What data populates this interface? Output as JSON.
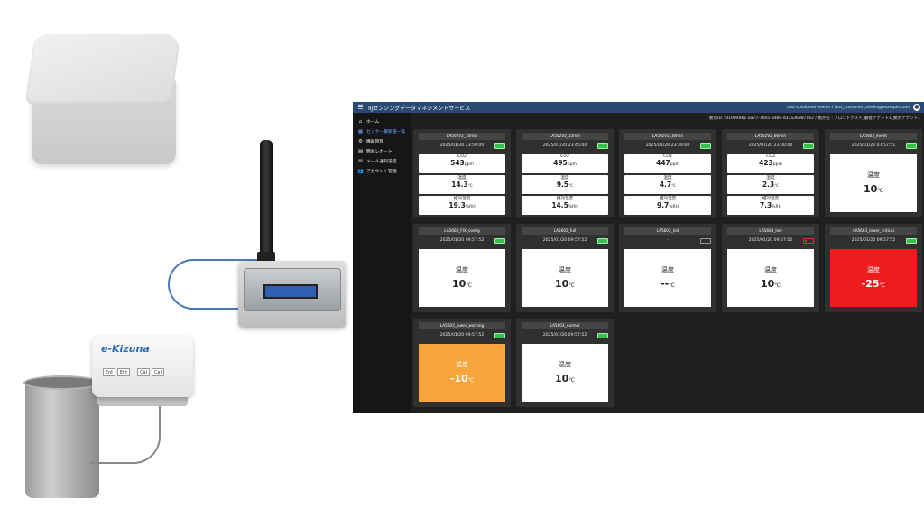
{
  "app": {
    "title": "IIJセンシングデータマネジメントサービス",
    "user": "test-cusdomer-admin / test_customer_admin@example.com",
    "breadcrumb": "拠点ID : 01904961-aa77-70e5-bd89-d37a36987162 / 拠点名 : フロントテスト_顧客テナント1_拠点テナント1"
  },
  "sidebar": {
    "items": [
      {
        "label": "ホーム",
        "icon": "home-icon"
      },
      {
        "label": "センサー最新値一覧",
        "icon": "grid-icon",
        "active": true
      },
      {
        "label": "機器管理",
        "icon": "gear-icon"
      },
      {
        "label": "簡易レポート",
        "icon": "document-icon"
      },
      {
        "label": "メール通知設定",
        "icon": "mail-icon"
      },
      {
        "label": "アカウント管理",
        "icon": "people-icon"
      }
    ]
  },
  "cards": [
    {
      "name": "LA502V2_10min",
      "time": "2025/01/20 23:50:00",
      "battery": "full",
      "rows": [
        {
          "label": "CO2",
          "value": "543",
          "unit": "ppm"
        },
        {
          "label": "温度",
          "value": "14.3",
          "unit": "℃"
        },
        {
          "label": "相対湿度",
          "value": "19.3",
          "unit": "%RH"
        }
      ]
    },
    {
      "name": "LA502V2_15min",
      "time": "2025/01/20 23:45:00",
      "battery": "full",
      "rows": [
        {
          "label": "CO2",
          "value": "495",
          "unit": "ppm"
        },
        {
          "label": "温度",
          "value": "9.5",
          "unit": "℃"
        },
        {
          "label": "相対湿度",
          "value": "14.5",
          "unit": "%RH"
        }
      ]
    },
    {
      "name": "LA502V2_30min",
      "time": "2025/01/20 23:30:00",
      "battery": "full",
      "rows": [
        {
          "label": "CO2",
          "value": "447",
          "unit": "ppm"
        },
        {
          "label": "温度",
          "value": "4.7",
          "unit": "℃"
        },
        {
          "label": "相対湿度",
          "value": "9.7",
          "unit": "%RH"
        }
      ]
    },
    {
      "name": "LA502V2_60min",
      "time": "2025/01/20 23:00:00",
      "battery": "full",
      "rows": [
        {
          "label": "CO2",
          "value": "423",
          "unit": "ppm"
        },
        {
          "label": "温度",
          "value": "2.3",
          "unit": "℃"
        },
        {
          "label": "相対湿度",
          "value": "7.3",
          "unit": "%RH"
        }
      ]
    },
    {
      "name": "LA5603_event",
      "time": "2025/01/20 07:57:51",
      "battery": "full",
      "big": {
        "label": "温度",
        "value": "10",
        "unit": "℃",
        "state": "normal"
      }
    },
    {
      "name": "LA5603_FIX_config",
      "time": "2025/01/20 09:57:52",
      "battery": "full",
      "big": {
        "label": "温度",
        "value": "10",
        "unit": "℃",
        "state": "normal"
      }
    },
    {
      "name": "LA5603_full",
      "time": "2025/01/20 09:57:52",
      "battery": "full",
      "big": {
        "label": "温度",
        "value": "10",
        "unit": "℃",
        "state": "normal"
      }
    },
    {
      "name": "LA5603_init",
      "time": "-",
      "battery": "none",
      "big": {
        "label": "温度",
        "value": "--",
        "unit": "℃",
        "state": "normal"
      }
    },
    {
      "name": "LA5603_low",
      "time": "2025/01/20 09:57:52",
      "battery": "low",
      "big": {
        "label": "温度",
        "value": "10",
        "unit": "℃",
        "state": "normal"
      }
    },
    {
      "name": "LA5603_lower_critical",
      "time": "2025/01/20 09:57:52",
      "battery": "full",
      "big": {
        "label": "温度",
        "value": "-25",
        "unit": "℃",
        "state": "critical"
      }
    },
    {
      "name": "LA5603_lower_warning",
      "time": "2025/01/20 09:57:52",
      "battery": "full",
      "big": {
        "label": "温度",
        "value": "-10",
        "unit": "℃",
        "state": "warning"
      }
    },
    {
      "name": "LA5603_normal",
      "time": "2025/01/20 09:57:52",
      "battery": "full",
      "big": {
        "label": "温度",
        "value": "10",
        "unit": "℃",
        "state": "normal"
      }
    }
  ],
  "devices": {
    "rain_logo": "e-Kizuna",
    "rain_buttons": [
      "Ent",
      "Ent",
      "Cal",
      "Cal"
    ]
  },
  "colors": {
    "appbar": "#2b4a73",
    "critical": "#ee1c1c",
    "warning": "#f7a43c",
    "battery_ok": "#35c24a"
  }
}
